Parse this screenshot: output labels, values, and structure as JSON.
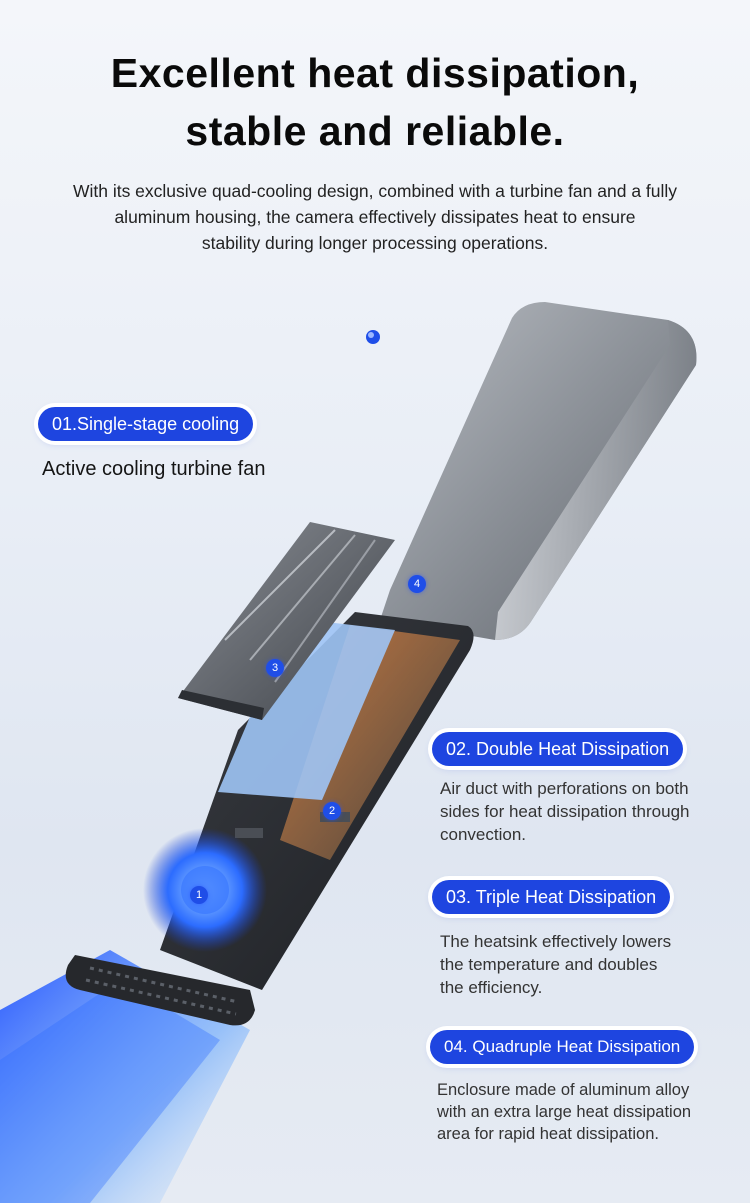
{
  "headline": {
    "line1": "Excellent heat dissipation,",
    "line2": "stable and reliable."
  },
  "intro": {
    "line1": "With its exclusive quad-cooling design, combined with a turbine fan and a fully",
    "line2": "aluminum housing, the camera effectively dissipates heat to ensure",
    "line3": "stability during longer processing operations."
  },
  "features": [
    {
      "label": "01.Single-stage cooling",
      "desc": [
        "Active cooling turbine fan"
      ]
    },
    {
      "label": "02. Double Heat Dissipation",
      "desc": [
        "Air duct with perforations on both",
        "sides for heat dissipation through",
        "convection."
      ]
    },
    {
      "label": "03. Triple Heat Dissipation",
      "desc": [
        "The heatsink effectively lowers",
        "the temperature and doubles",
        "the efficiency."
      ]
    },
    {
      "label": "04. Quadruple Heat Dissipation",
      "desc": [
        "Enclosure made of aluminum alloy",
        "with an extra large heat dissipation",
        "area for rapid heat dissipation."
      ]
    }
  ],
  "markers": [
    "1",
    "2",
    "3",
    "4"
  ],
  "colors": {
    "accent": "#1e45e0",
    "airflow": "#2a6bff"
  }
}
